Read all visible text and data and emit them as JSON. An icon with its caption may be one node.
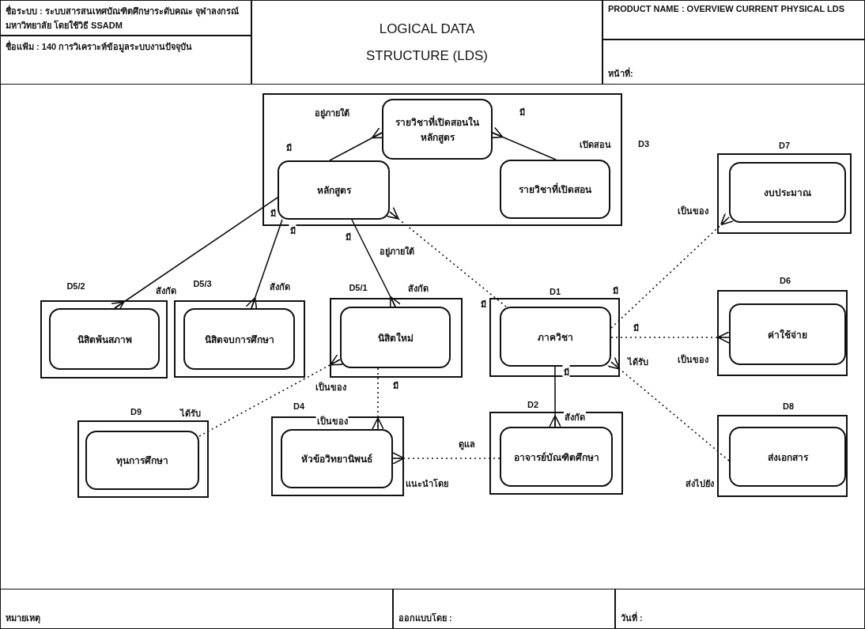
{
  "diagram": {
    "title": "LOGICAL DATA STRUCTURE (LDS)",
    "nodes": [
      {
        "text": [
          "D3"
        ]
      },
      {
        "text": [
          "รายวิชาที่เปิดสอนในหลักสูตร"
        ],
        "in": 0
      },
      {
        "text": [
          "หลักสูตร"
        ],
        "in": 0
      },
      {
        "text": [
          "รายวิชาที่เปิดสอน"
        ],
        "in": 0
      },
      {
        "text": [
          "D7"
        ]
      },
      {
        "text": [
          "งบประมาณ"
        ],
        "in": 4
      },
      {
        "text": [
          "D5/2"
        ]
      },
      {
        "text": [
          "นิสิตพ้นสภาพ"
        ],
        "in": 6
      },
      {
        "text": [
          "D5/3"
        ]
      },
      {
        "text": [
          "นิสิตจบการศึกษา"
        ],
        "in": 8
      },
      {
        "text": [
          "D5/1"
        ]
      },
      {
        "text": [
          "นิสิตใหม่"
        ],
        "in": 10
      },
      {
        "text": [
          "D1"
        ]
      },
      {
        "text": [
          "ภาควิชา"
        ],
        "in": 12
      },
      {
        "text": [
          "D6"
        ]
      },
      {
        "text": [
          "ค่าใช้จ่าย"
        ],
        "in": 14
      },
      {
        "text": [
          "D9"
        ]
      },
      {
        "text": [
          "ทุนการศึกษา"
        ],
        "in": 16
      },
      {
        "text": [
          "D4"
        ]
      },
      {
        "text": [
          "หัวข้อวิทยานิพนธ์"
        ],
        "in": 18
      },
      {
        "text": [
          "D2"
        ]
      },
      {
        "text": [
          "อาจารย์บัณฑิตศึกษา"
        ],
        "in": 20
      },
      {
        "text": [
          "D8"
        ]
      },
      {
        "text": [
          "ส่งเอกสาร"
        ],
        "in": 22
      }
    ],
    "edges": [
      {
        "from": 2,
        "to": 1,
        "arrow": "other",
        "label": "มี"
      },
      {
        "from": 3,
        "to": 1,
        "arrow": "other",
        "label": "เปิดสอน"
      },
      {
        "from": 2,
        "to": 7,
        "arrow": "other",
        "label": "มี"
      },
      {
        "from": 2,
        "to": 9,
        "arrow": "other",
        "label": "มี"
      },
      {
        "from": 2,
        "to": 11,
        "arrow": "other",
        "label": "มี"
      },
      {
        "from": 13,
        "to": 2,
        "arrow": "other",
        "label": "มี",
        "style": "dashed"
      },
      {
        "from": 13,
        "to": 5,
        "arrow": "other",
        "label": "มี",
        "style": "dashed"
      },
      {
        "from": 13,
        "to": 15,
        "arrow": "other",
        "label": "มี",
        "style": "dashed"
      },
      {
        "from": 23,
        "to": 13,
        "arrow": "other",
        "label": "ส่งไปยัง",
        "style": "dashed"
      },
      {
        "from": 13,
        "to": 21,
        "arrow": "other",
        "label": "มี"
      },
      {
        "from": 11,
        "to": 19,
        "arrow": "other",
        "label": "มี",
        "style": "dashed"
      },
      {
        "from": 21,
        "to": 19,
        "arrow": "other",
        "label": "ดูแล",
        "style": "dashed"
      },
      {
        "from": 17,
        "to": 11,
        "arrow": "other",
        "label": "ได้รับ",
        "style": "dashed"
      }
    ],
    "labels": [
      "ชื่อระบบ : ระบบสารสนเทศบัณฑิตศึกษาระดับคณะ จุฬาลงกรณ์มหาวิทยาลัย โดยใช้วิธี SSADM",
      "PRODUCT NAME : OVERVIEW CURRENT PHYSICAL LDS",
      "ชื่อแฟ้ม : 140 การวิเคราะห์ข้อมูลระบบงานปัจจุบัน",
      "หน้าที่:",
      "อยู่ภายใต้",
      "มี",
      "สังกัด",
      "สังกัด",
      "สังกัด",
      "อยู่ภายใต้",
      "เป็นของ",
      "เป็นของ",
      "ได้รับ",
      "สังกัด",
      "เป็นของ",
      "แนะนำโดย",
      "เป็นของ",
      "หมายเหตุ",
      "ออกแบบโดย :",
      "วันที่ :"
    ]
  }
}
